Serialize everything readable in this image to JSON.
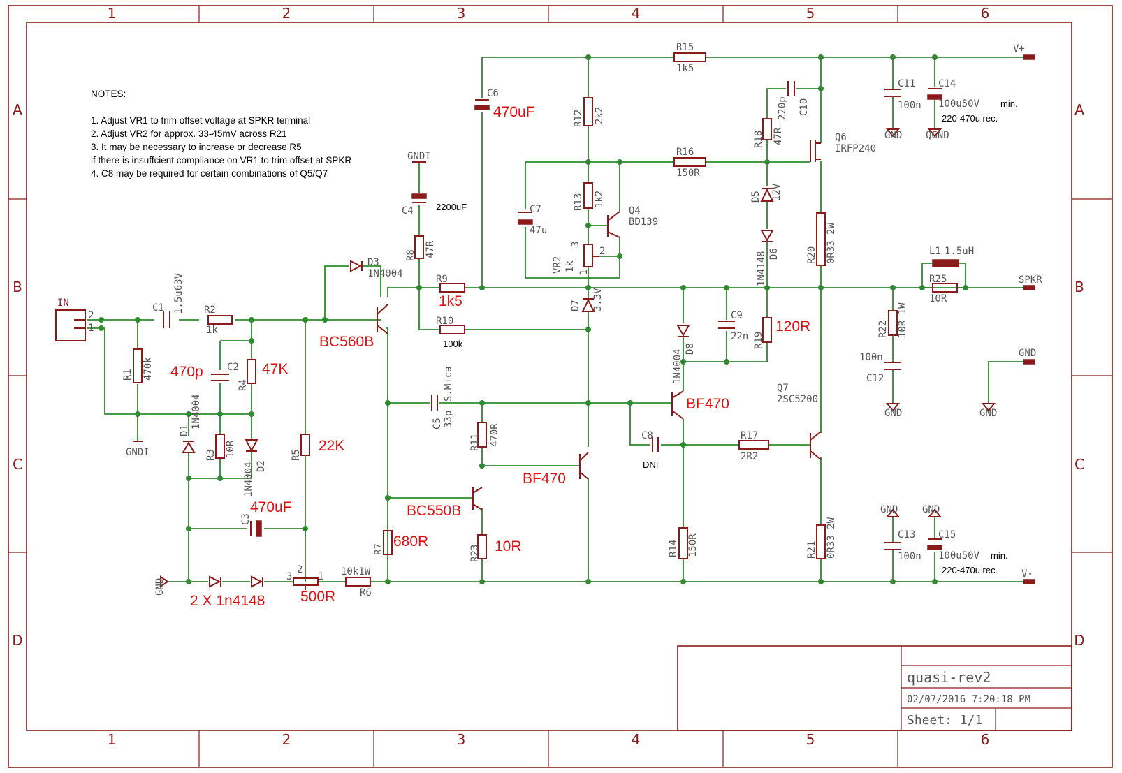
{
  "frame": {
    "columns": [
      "1",
      "2",
      "3",
      "4",
      "5",
      "6"
    ],
    "rows": [
      "A",
      "B",
      "C",
      "D"
    ]
  },
  "notes": [
    "NOTES:",
    "1. Adjust VR1 to trim offset voltage at SPKR terminal",
    "2. Adjust VR2 for approx. 33-45mV across R21",
    "3. It may be necessary to increase or decrease R5",
    "if there is insuffcient compliance on VR1 to trim offset at SPKR",
    "4. C8 may be required for certain combinations of Q5/Q7"
  ],
  "title_block": {
    "name": "quasi-rev2",
    "date": "02/07/2016 7:20:18 PM",
    "sheet": "Sheet: 1/1"
  },
  "designators": {
    "in": "IN",
    "pin2": "2",
    "pin1": "1",
    "c1": "C1",
    "c1v": "1.5u63V",
    "r2": "R2",
    "r2v": "1k",
    "r1": "R1",
    "r1v": "470k",
    "c2": "C2",
    "r4": "R4",
    "d1": "D1",
    "d1v": "1N4004",
    "r3": "R3",
    "r3v": "10R",
    "d2": "D2",
    "d2v": "1N4004",
    "r5": "R5",
    "c3": "C3",
    "vr1p3": "3",
    "vr1p2": "2",
    "vr1p1": "1",
    "r6": "R6",
    "r6v": "10k1W",
    "gndi1": "GNDI",
    "gndi2": "GNDI",
    "gnd_l": "GND",
    "d3": "D3",
    "d3v": "1N4004",
    "c4": "C4",
    "r8": "R8",
    "r8v": "47R",
    "r9": "R9",
    "r10": "R10",
    "c6": "C6",
    "c5": "C5",
    "c5v": "33p",
    "c5m": "S.Mica",
    "r11": "R11",
    "r11v": "470R",
    "r7": "R7",
    "r23": "R23",
    "r12": "R12",
    "r12v": "2k2",
    "r13": "R13",
    "r13v": "1k2",
    "c7": "C7",
    "c7v": "47u",
    "q4": "Q4",
    "q4v": "BD139",
    "vr2": "VR2",
    "vr2v": "1k",
    "vr2p3": "3",
    "vr2p2": "2",
    "vr2p1": "1",
    "d7": "D7",
    "d7v": "3.3V",
    "r15": "R15",
    "r15v": "1k5",
    "r16": "R16",
    "r16v": "150R",
    "r18": "R18",
    "r18v": "47R",
    "c10": "C10",
    "c10v": "220p",
    "d5": "D5",
    "d5v": "12V",
    "d6": "D6",
    "d6v": "1N4148",
    "q6": "Q6",
    "q6v": "IRFP240",
    "r20": "R20",
    "r20v": "0R33 2W",
    "c9": "C9",
    "c9v": "22n",
    "r19": "R19",
    "d8": "D8",
    "d8v": "1N4004",
    "c8": "C8",
    "r17": "R17",
    "r17v": "2R2",
    "r14": "R14",
    "r14v": "150R",
    "q7": "Q7",
    "q7v": "2SC5200",
    "r21": "R21",
    "r21v": "0R33 2W",
    "c11": "C11",
    "c11v": "100n",
    "c14": "C14",
    "c14v": "100u50V",
    "gnd_c11": "GND",
    "qgnd": "QGND",
    "vplus": "V+",
    "vminus": "V-",
    "l1": "L1",
    "l1v": "1.5uH",
    "r25": "R25",
    "r25v": "10R",
    "spkr": "SPKR",
    "r22": "R22",
    "r22v": "10R 1W",
    "c12": "C12",
    "c12v": "100n",
    "gnd_c12": "GND",
    "gnd_r": "GND",
    "gnd_r2": "GND",
    "c13": "C13",
    "c13v": "100n",
    "c15": "C15",
    "c15v": "100u50V",
    "gnd_c13": "GND",
    "gnd_c15": "GND"
  },
  "annotations": {
    "c2": "470p",
    "r4": "47K",
    "r5": "22K",
    "c3": "470uF",
    "q_bc560": "BC560B",
    "c6": "470uF",
    "r9": "1k5",
    "q_bc550": "BC550B",
    "r7": "680R",
    "r23": "10R",
    "q_bf470a": "BF470",
    "q_bf470b": "BF470",
    "r19": "120R",
    "diodes": "2 X 1n4148",
    "vr1": "500R"
  },
  "side_notes": {
    "c4": "2200uF",
    "r10": "100k",
    "c8": "DNI",
    "c14_min": "min.",
    "c14_rec": "220-470u rec.",
    "c15_min": "min.",
    "c15_rec": "220-470u rec."
  }
}
